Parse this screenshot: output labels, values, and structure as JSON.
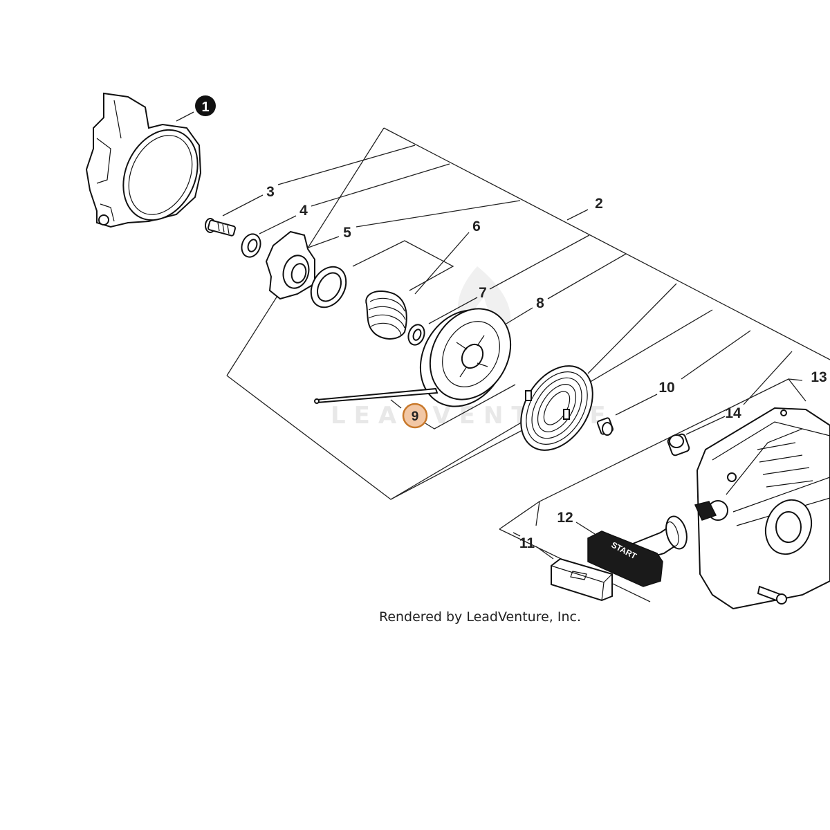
{
  "callouts": [
    {
      "id": "1",
      "label": "1",
      "style": "filled"
    },
    {
      "id": "2",
      "label": "2",
      "style": "plain"
    },
    {
      "id": "3",
      "label": "3",
      "style": "plain"
    },
    {
      "id": "4",
      "label": "4",
      "style": "plain"
    },
    {
      "id": "5",
      "label": "5",
      "style": "plain"
    },
    {
      "id": "6",
      "label": "6",
      "style": "plain"
    },
    {
      "id": "7",
      "label": "7",
      "style": "plain"
    },
    {
      "id": "8",
      "label": "8",
      "style": "plain"
    },
    {
      "id": "9",
      "label": "9",
      "style": "highlighted"
    },
    {
      "id": "10",
      "label": "10",
      "style": "plain"
    },
    {
      "id": "11",
      "label": "11",
      "style": "plain"
    },
    {
      "id": "12",
      "label": "12",
      "style": "plain"
    },
    {
      "id": "13",
      "label": "13",
      "style": "plain"
    },
    {
      "id": "14",
      "label": "14",
      "style": "plain"
    }
  ],
  "watermark": "LEADVENTURE",
  "credit": "Rendered by LeadVenture, Inc.",
  "handle_text": "START",
  "colors": {
    "highlight_fill": "#f2c7a5",
    "highlight_stroke": "#c8782a",
    "filled_callout": "#111111",
    "lines": "#222222"
  }
}
